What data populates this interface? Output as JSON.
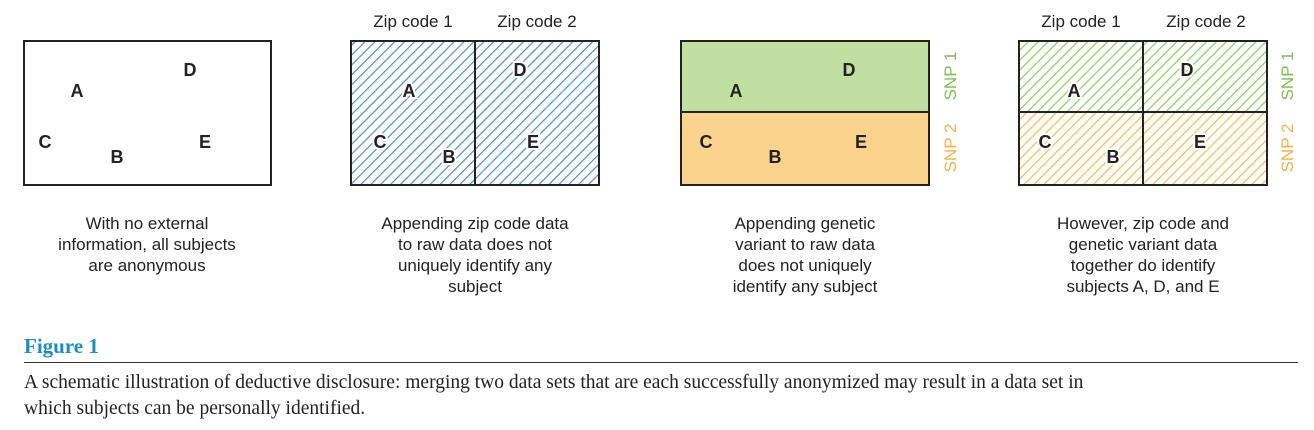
{
  "colors": {
    "blue_hatch": "#4a8fd0",
    "green_fill": "#bfe0a0",
    "orange_fill": "#fcd38c",
    "green_hatch": "#8ccc5a",
    "orange_hatch": "#f5bb4a",
    "snp1_text": "#7cc04c",
    "snp2_text": "#f3b23f",
    "figure_label": "#1b8fbf",
    "frame": "#222222"
  },
  "panels": [
    {
      "subjects": [
        "A",
        "D",
        "C",
        "B",
        "E"
      ],
      "caption": [
        "With no external",
        "information, all subjects",
        "are anonymous"
      ]
    },
    {
      "column_labels": [
        "Zip code 1",
        "Zip code 2"
      ],
      "subjects": [
        "A",
        "D",
        "C",
        "B",
        "E"
      ],
      "caption": [
        "Appending zip code data",
        "to raw data does not",
        "uniquely identify any",
        "subject"
      ]
    },
    {
      "row_labels": [
        "SNP 1",
        "SNP 2"
      ],
      "subjects": [
        "A",
        "D",
        "C",
        "B",
        "E"
      ],
      "caption": [
        "Appending genetic",
        "variant to raw data",
        "does not uniquely",
        "identify any subject"
      ]
    },
    {
      "column_labels": [
        "Zip code 1",
        "Zip code 2"
      ],
      "row_labels": [
        "SNP 1",
        "SNP 2"
      ],
      "subjects": [
        "A",
        "D",
        "C",
        "B",
        "E"
      ],
      "caption": [
        "However, zip code and",
        "genetic variant data",
        "together do identify",
        "subjects A, D, and E"
      ]
    }
  ],
  "figure": {
    "label": "Figure 1",
    "caption_lines": [
      "A schematic illustration of deductive disclosure: merging two data sets that are each successfully anonymized may result in a data set in",
      "which subjects can be personally identified."
    ]
  }
}
